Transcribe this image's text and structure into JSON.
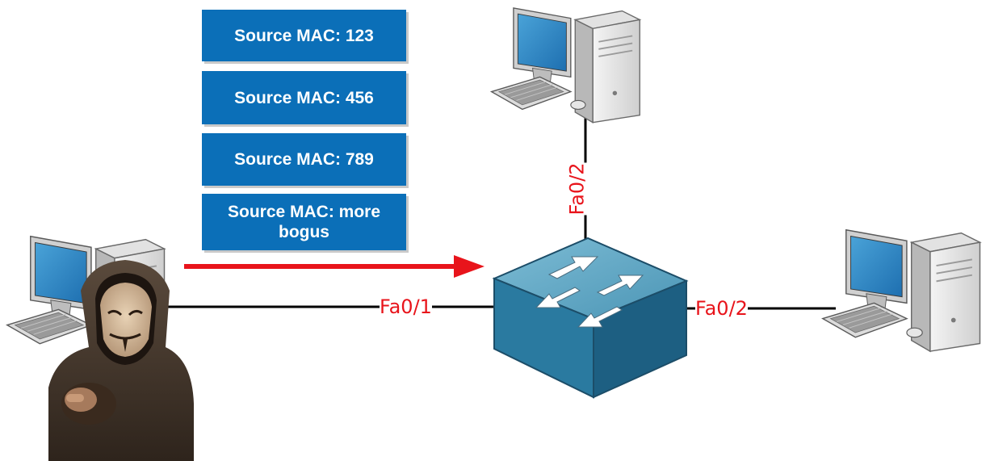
{
  "frames": [
    {
      "label": "Source MAC: 123"
    },
    {
      "label": "Source MAC: 456"
    },
    {
      "label": "Source MAC: 789"
    },
    {
      "label": "Source MAC: more bogus"
    }
  ],
  "ports": {
    "attacker_link": "Fa0/1",
    "top_link": "Fa0/2",
    "right_link": "Fa0/2"
  },
  "colors": {
    "frame_fill": "#0b6fb8",
    "frame_text": "#ffffff",
    "port_label": "#e8141b",
    "arrow": "#e8141b",
    "link": "#000000",
    "switch_top": "#5fa7c3",
    "switch_side": "#1f6f96"
  },
  "icons": {
    "attacker": "hooded-hacker-icon",
    "attacker_pc": "desktop-computer-icon",
    "top_pc": "desktop-computer-icon",
    "right_pc": "desktop-computer-icon",
    "switch": "network-switch-icon"
  }
}
